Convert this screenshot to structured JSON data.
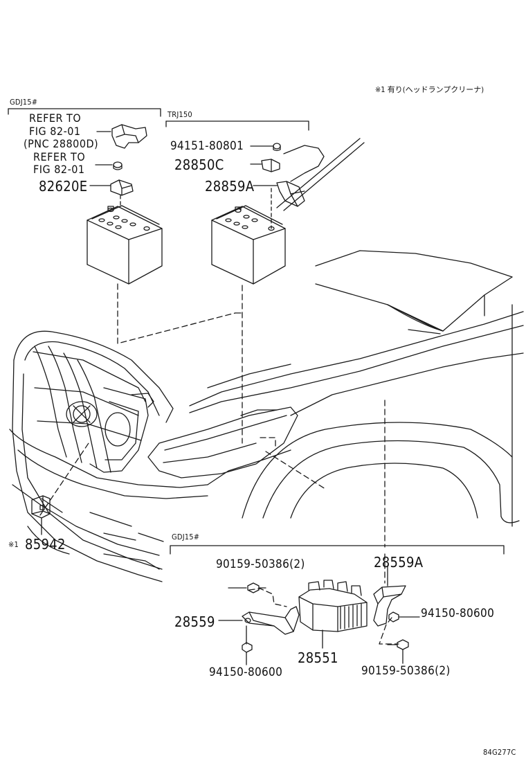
{
  "note": "※1 有り(ヘッドランプクリーナ)",
  "groups": {
    "left_top": "GDJ15#",
    "middle_top": "TRJ150",
    "bottom": "GDJ15#"
  },
  "refs": {
    "line1": "REFER TO",
    "line2": "FIG 82-01",
    "line3": "(PNC 28800D)",
    "line4": "REFER TO",
    "line5": "FIG 82-01"
  },
  "parts": {
    "p82620E": "82620E",
    "p94151": "94151-80801",
    "p28850C": "28850C",
    "p28859A": "28859A",
    "p85942": "85942",
    "p85942_mark": "※1",
    "p90159_top": "90159-50386(2)",
    "p28559A": "28559A",
    "p28559": "28559",
    "p94150_right": "94150-80600",
    "p28551": "28551",
    "p94150_bottom": "94150-80600",
    "p90159_bottom": "90159-50386(2)"
  },
  "diagram_id": "84G277C"
}
